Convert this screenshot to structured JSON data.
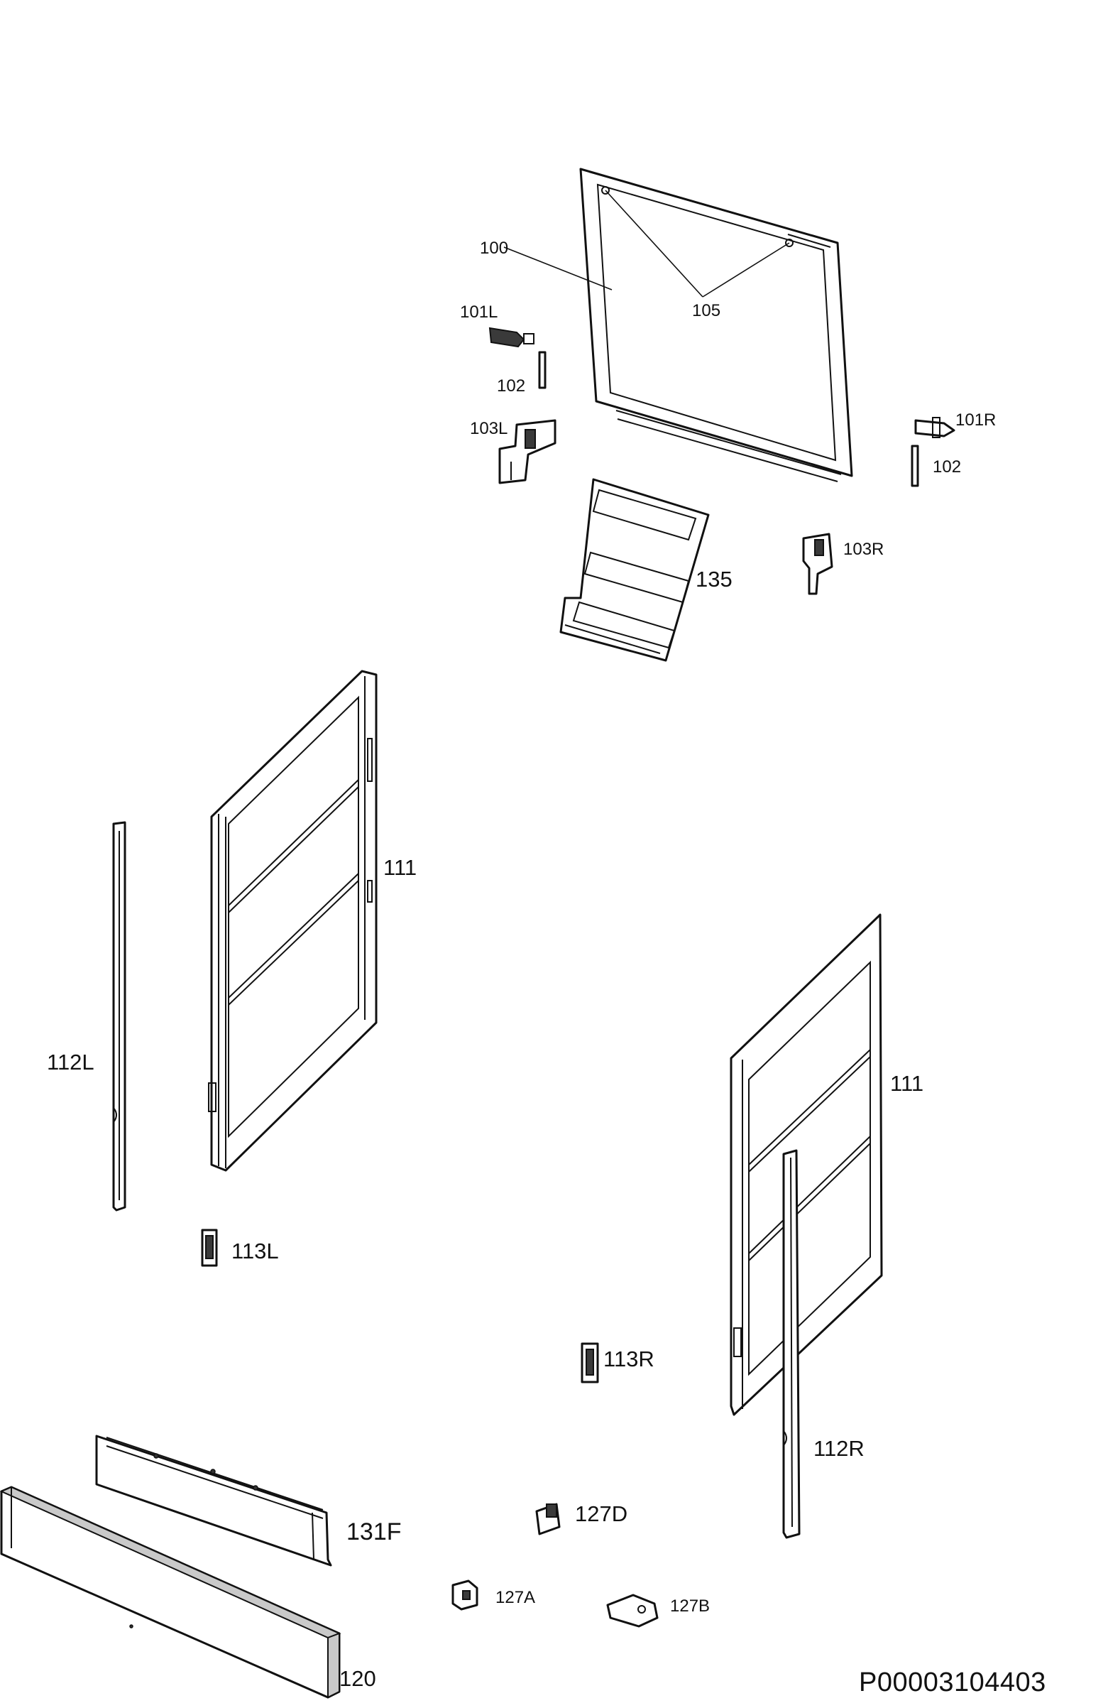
{
  "diagram": {
    "document_code": "P00003104403",
    "parts": {
      "p100": "100",
      "p105": "105",
      "p101L": "101L",
      "p102a": "102",
      "p103L": "103L",
      "p101R": "101R",
      "p102b": "102",
      "p103R": "103R",
      "p135": "135",
      "p111a": "111",
      "p112L": "112L",
      "p111b": "111",
      "p113L": "113L",
      "p113R": "113R",
      "p112R": "112R",
      "p131F": "131F",
      "p127D": "127D",
      "p127A": "127A",
      "p127B": "127B",
      "p120": "120"
    }
  }
}
